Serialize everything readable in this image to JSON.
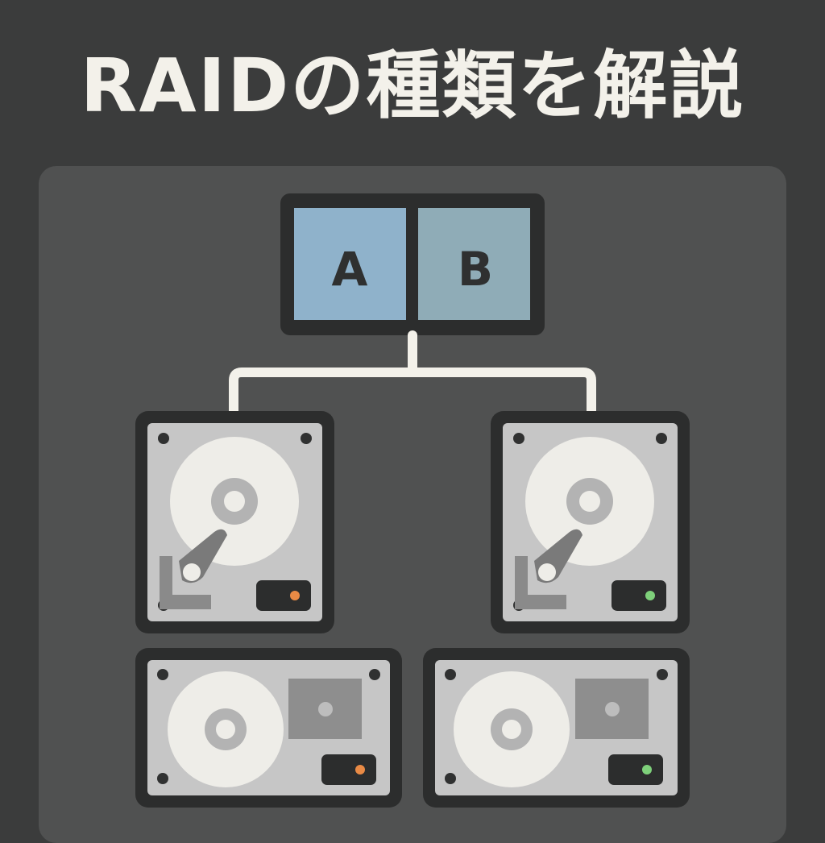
{
  "title": "RAIDの種類を解説",
  "data_blocks": [
    {
      "label": "A"
    },
    {
      "label": "B"
    }
  ],
  "drives": [
    {
      "name": "drive-1",
      "led_color": "#e98a45"
    },
    {
      "name": "drive-2",
      "led_color": "#7ed07a"
    },
    {
      "name": "drive-3",
      "led_color": "#e98a45"
    },
    {
      "name": "drive-4",
      "led_color": "#7ed07a"
    }
  ],
  "colors": {
    "background": "#3b3c3c",
    "panel": "#505151",
    "block_a": "#8fb2cb",
    "block_b": "#8facb7",
    "connector": "#f3f1ea"
  }
}
